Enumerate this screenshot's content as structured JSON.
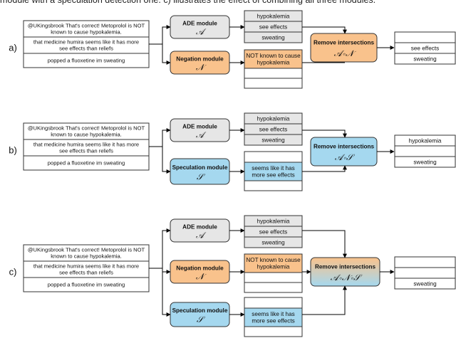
{
  "caption": "module with a speculation detection one. c) illustrates the effect of combining all three modules.",
  "colors": {
    "ade_fill": "#e6e6e6",
    "negation_fill": "#f9c28c",
    "speculation_fill": "#a5d8ef",
    "line": "#000000",
    "box_stroke": "#333333"
  },
  "inputs": [
    "@UKingsbrook That's correct! Metoprolol is NOT known to cause hypokalemia.",
    "that medicine humira seems like it has more see effects than reliefs",
    "popped a fluoxetine im sweating"
  ],
  "modules": {
    "ade": {
      "label": "ADE module",
      "symbol": "𝒜"
    },
    "negation": {
      "label": "Negation module",
      "symbol": "𝒩"
    },
    "speculation": {
      "label": "Speculation module",
      "symbol": "𝒮"
    }
  },
  "ade_outputs": [
    "hypokalemia",
    "see effects",
    "sweating"
  ],
  "negation_outputs": [
    "NOT known to cause hypokalemia",
    "",
    ""
  ],
  "speculation_outputs": [
    "",
    "seems like it has more see effects",
    ""
  ],
  "remove_label": "Remove intersections",
  "panels": {
    "a": {
      "tag": "a)",
      "formula": "𝒜∘𝒩",
      "results": [
        "",
        "see effects",
        "sweating"
      ]
    },
    "b": {
      "tag": "b)",
      "formula": "𝒜∘𝒮",
      "results": [
        "hypokalemia",
        "",
        "sweating"
      ]
    },
    "c": {
      "tag": "c)",
      "formula": "𝒜∘𝒩∘𝒮",
      "results": [
        "",
        "",
        "sweating"
      ]
    }
  }
}
